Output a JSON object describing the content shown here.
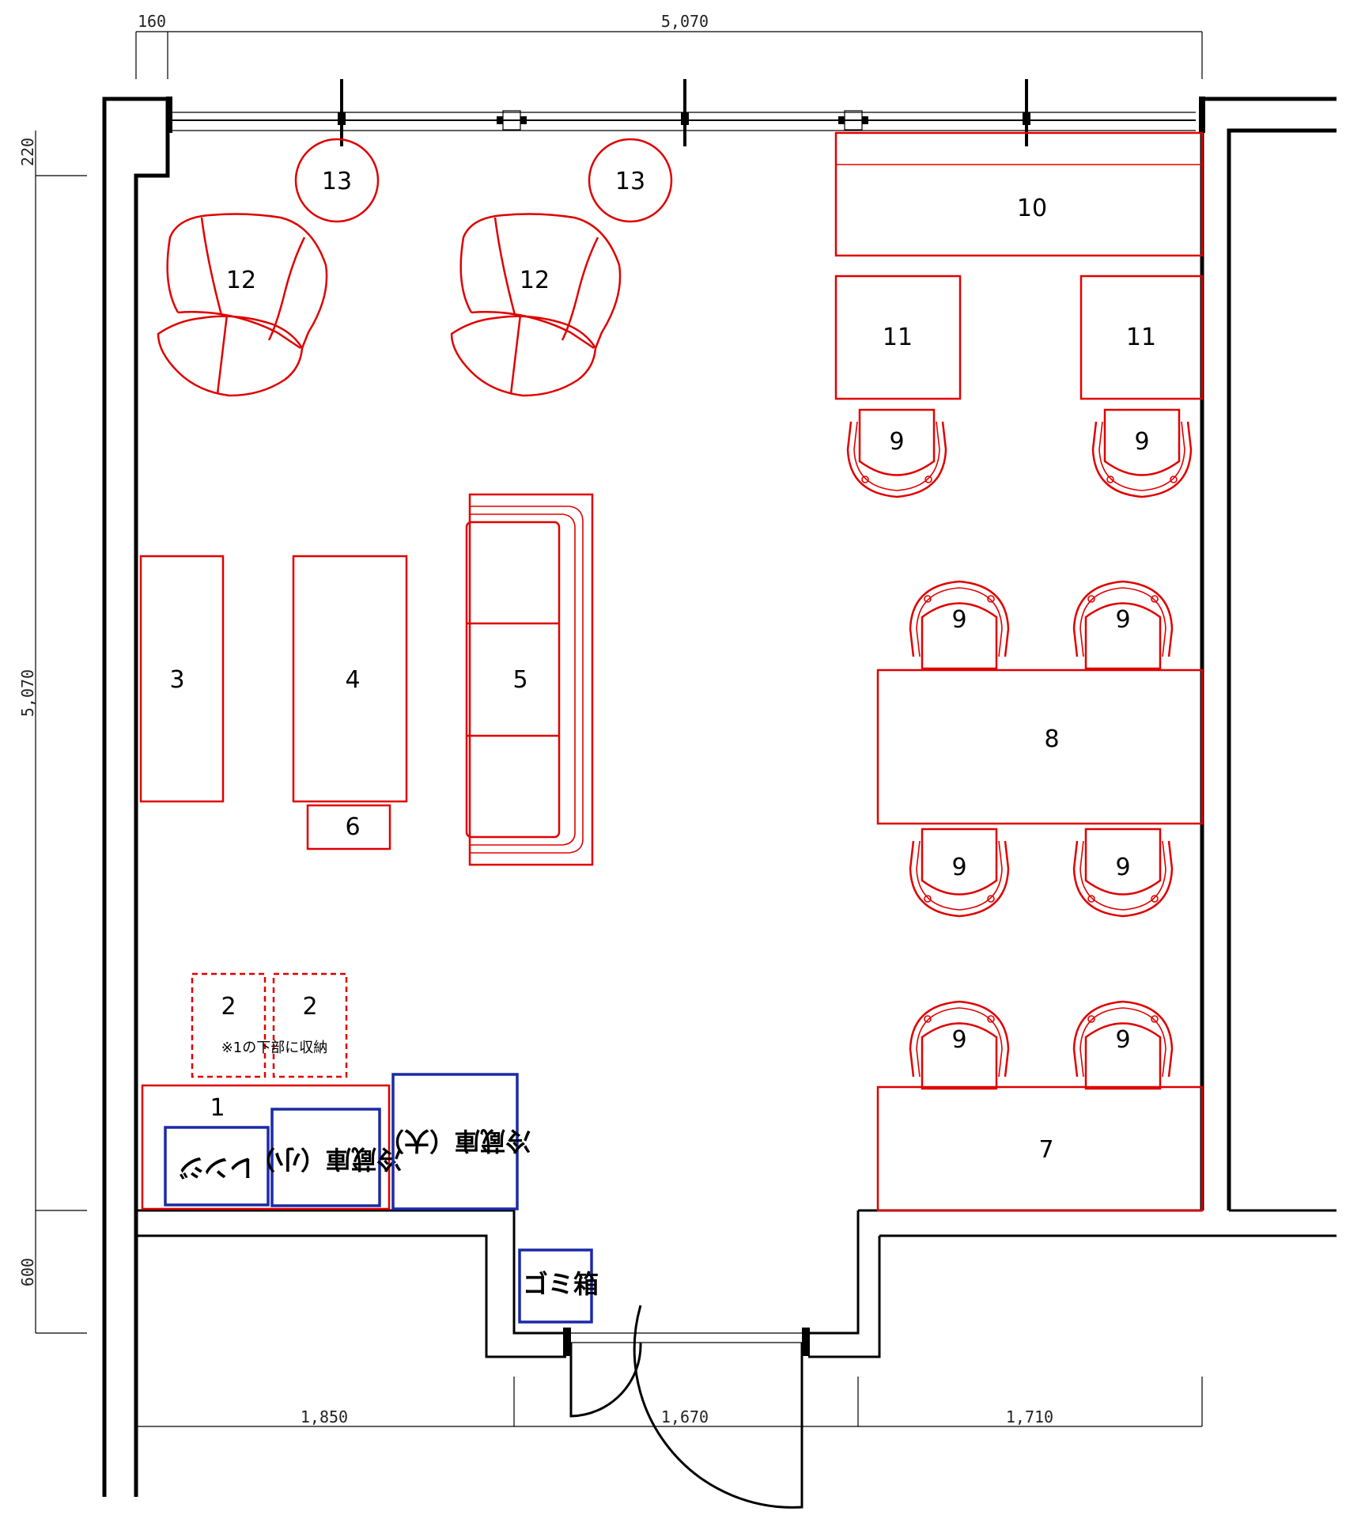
{
  "dimensions": {
    "top_left": "160",
    "top_total": "5,070",
    "left_top": "220",
    "left_main": "5,070",
    "left_bottom": "600",
    "bottom_left": "1,850",
    "bottom_mid": "1,670",
    "bottom_right": "1,710"
  },
  "items": {
    "sink": "1",
    "under_a": "2",
    "under_b": "2",
    "under_note": "※1の下部に収納",
    "cabinet": "3",
    "coffee_table": "4",
    "sofa": "5",
    "stool": "6",
    "counter": "7",
    "dining_table": "8",
    "chair": "9",
    "long_desk": "10",
    "desk": "11",
    "lounge_chair": "12",
    "side_table": "13",
    "microwave": "レンジ",
    "fridge_small": "冷蔵庫（小）",
    "fridge_large": "冷蔵庫（大）",
    "trash": "ゴミ箱"
  },
  "colors": {
    "furniture": "#e00000",
    "appliance": "#1a2aa8",
    "wall": "#000000"
  }
}
